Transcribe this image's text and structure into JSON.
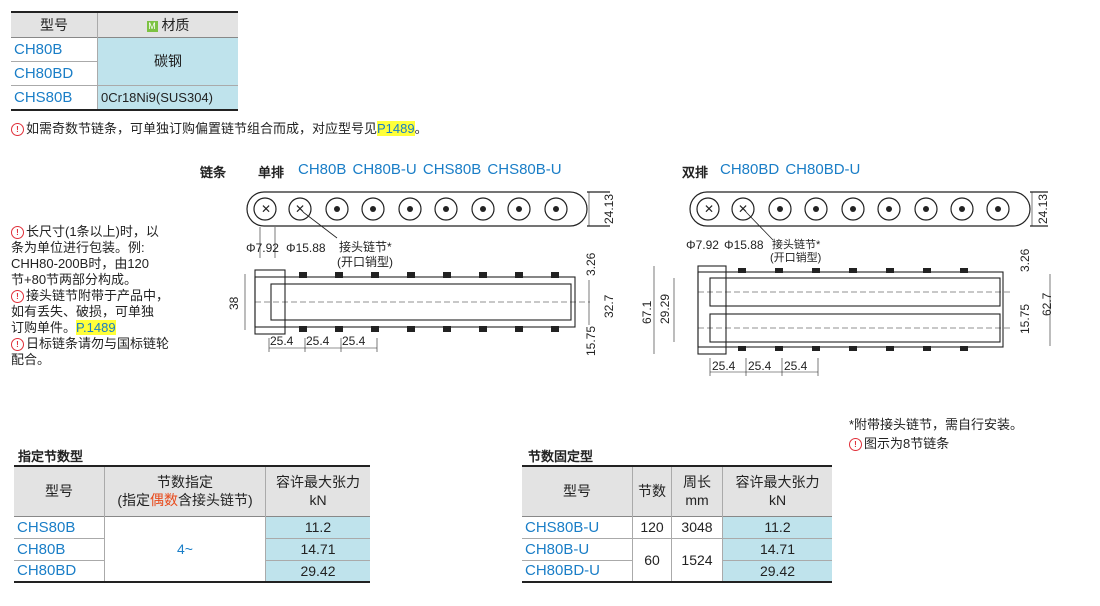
{
  "material_table": {
    "header_model": "型号",
    "header_material_badge": "M",
    "header_material": "材质",
    "rows": [
      {
        "model": "CH80B"
      },
      {
        "model": "CH80BD"
      },
      {
        "model": "CHS80B"
      }
    ],
    "material_carbon": "碳钢",
    "material_stainless": "0Cr18Ni9(SUS304)"
  },
  "odd_note": {
    "text": "如需奇数节链条，可单独订购偏置链节组合而成，对应型号见",
    "link": "P1489",
    "end": "。"
  },
  "diagram_single": {
    "chain_label": "链条",
    "row_label": "单排",
    "models": "CH80B  CH80B-U  CHS80B  CHS80B-U",
    "joint_label": "接头链节*",
    "joint_sub": "(开口销型)",
    "dims": {
      "pin": "Φ7.92",
      "roller": "Φ15.88",
      "height": "24.13",
      "top": "3.26",
      "width_in": "32.7",
      "width_out": "38",
      "bottom": "15.75",
      "pitch": "25.4"
    }
  },
  "diagram_double": {
    "row_label": "双排",
    "models": "CH80BD  CH80BD-U",
    "joint_label": "接头链节*",
    "joint_sub": "(开口销型)",
    "dims": {
      "pin": "Φ7.92",
      "roller": "Φ15.88",
      "height": "24.13",
      "top": "3.26",
      "w1": "67.1",
      "w2": "29.29",
      "w3": "62.7",
      "bottom": "15.75",
      "pitch": "25.4"
    }
  },
  "side_notes": {
    "n1": [
      "长尺寸(1条以上)时，以",
      "条为单位进行包装。例:",
      "CHH80-200B时，由120",
      "节+80节两部分构成。"
    ],
    "n2": [
      "接头链节附带于产品中，",
      "如有丢失、破损，可单独",
      "订购单件。"
    ],
    "n2_link": "P.1489",
    "n3": [
      "日标链条请勿与国标链轮",
      "配合。"
    ]
  },
  "right_notes": {
    "n1": "*附带接头链节，需自行安装。",
    "n2": "图示为8节链条"
  },
  "specified_table": {
    "title": "指定节数型",
    "h_model": "型号",
    "h_count_1": "节数指定",
    "h_count_2a": "(指定",
    "h_count_2b": "偶数",
    "h_count_2c": "含接头链节)",
    "h_tension_1": "容许最大张力",
    "h_tension_2": "kN",
    "count_value": "4~",
    "rows": [
      {
        "model": "CHS80B",
        "tension": "11.2"
      },
      {
        "model": "CH80B",
        "tension": "14.71"
      },
      {
        "model": "CH80BD",
        "tension": "29.42"
      }
    ]
  },
  "fixed_table": {
    "title": "节数固定型",
    "h_model": "型号",
    "h_count": "节数",
    "h_len_1": "周长",
    "h_len_2": "mm",
    "h_tension_1": "容许最大张力",
    "h_tension_2": "kN",
    "rows": [
      {
        "model": "CHS80B-U",
        "count": "120",
        "length": "3048",
        "tension": "11.2"
      },
      {
        "model": "CH80B-U",
        "count": "60",
        "length": "1524",
        "tension": "14.71"
      },
      {
        "model": "CH80BD-U",
        "tension": "29.42"
      }
    ]
  }
}
